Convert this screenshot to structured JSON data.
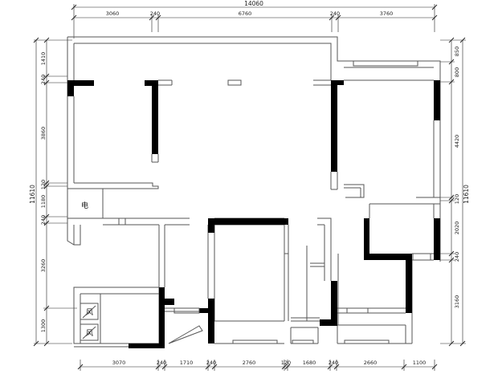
{
  "top": {
    "total": "14060",
    "segments": [
      "3060",
      "240",
      "6760",
      "240",
      "3760"
    ]
  },
  "bottom": {
    "segments": [
      "3070",
      "240",
      "1710",
      "240",
      "2760",
      "120",
      "1680",
      "240",
      "2660",
      "1100"
    ]
  },
  "left": {
    "total": "11610",
    "segments": [
      "1410",
      "240",
      "3860",
      "120",
      "1180",
      "240",
      "3260",
      "1300"
    ]
  },
  "right": {
    "total": "11610",
    "segments": [
      "850",
      "800",
      "4420",
      "120",
      "2020",
      "240",
      "3160"
    ]
  },
  "rooms": {
    "electric": "电",
    "vent_1": "风",
    "vent_2": "风"
  }
}
